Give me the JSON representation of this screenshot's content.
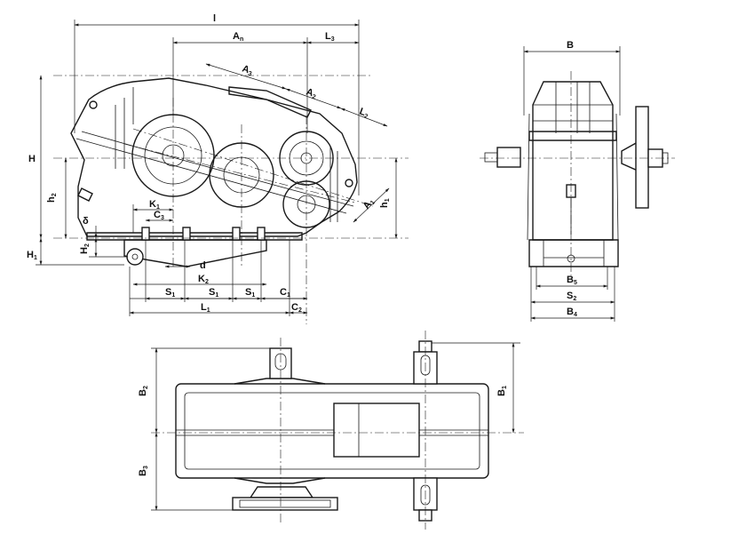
{
  "labels": {
    "l": "l",
    "An_base": "A",
    "An_sub": "n",
    "L3_base": "L",
    "L3_sub": "3",
    "A3_base": "A",
    "A3_sub": "3",
    "A2_base": "A",
    "A2_sub": "2",
    "L2_base": "L",
    "L2_sub": "2",
    "A1_base": "A",
    "A1_sub": "1",
    "H": "H",
    "h2_base": "h",
    "h2_sub": "2",
    "h1_base": "h",
    "h1_sub": "1",
    "H1_base": "H",
    "H1_sub": "1",
    "H2_base": "H",
    "H2_sub": "2",
    "delta": "δ",
    "K1_base": "K",
    "K1_sub": "1",
    "C3_base": "C",
    "C3_sub": "3",
    "K2_base": "K",
    "K2_sub": "2",
    "d": "d",
    "S1_base": "S",
    "S1_sub": "1",
    "C1_base": "C",
    "C1_sub": "1",
    "L1_base": "L",
    "L1_sub": "1",
    "C2_base": "C",
    "C2_sub": "2",
    "B": "B",
    "B5_base": "B",
    "B5_sub": "5",
    "S2_base": "S",
    "S2_sub": "2",
    "B4_base": "B",
    "B4_sub": "4",
    "B2_base": "B",
    "B2_sub": "2",
    "B3_base": "B",
    "B3_sub": "3",
    "Bp1_base": "B",
    "Bp1_sub": "1"
  },
  "colors": {
    "ink": "#1a1a1a",
    "paper": "#ffffff"
  }
}
